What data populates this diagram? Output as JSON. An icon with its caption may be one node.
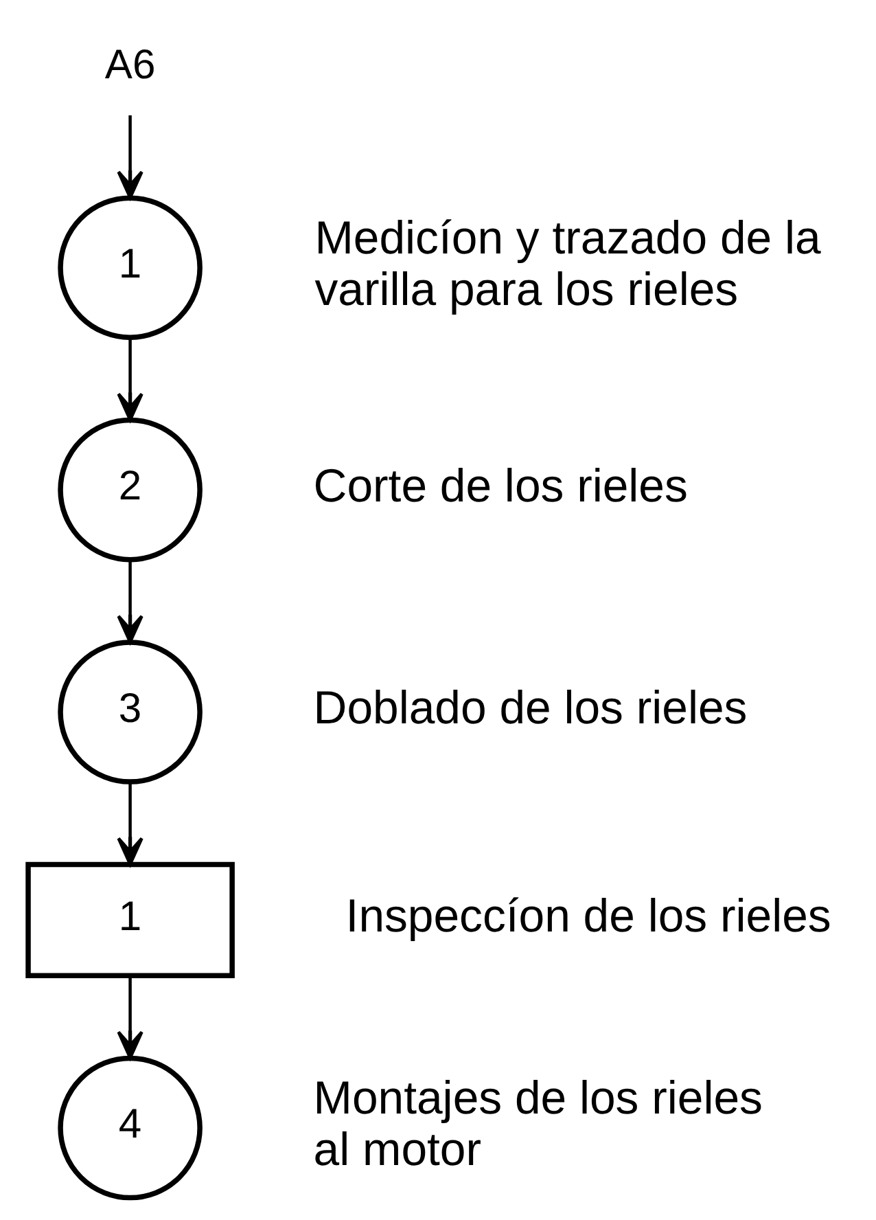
{
  "diagram": {
    "nodes": [
      {
        "text": [
          "A6"
        ]
      },
      {
        "text": [
          "1"
        ],
        "beside": [
          "Medicíon y trazado de la varilla para los rieles"
        ]
      },
      {
        "text": [
          "2"
        ],
        "beside": [
          "Corte de los rieles"
        ]
      },
      {
        "text": [
          "3"
        ],
        "beside": [
          "Doblado de los rieles"
        ]
      },
      {
        "text": [
          "1"
        ],
        "beside": [
          "Inspeccíon de los rieles"
        ]
      },
      {
        "text": [
          "4"
        ],
        "beside": [
          "Montajes de los rieles al motor"
        ]
      }
    ],
    "edges": [
      {
        "from": 0,
        "to": 1,
        "arrow": "to"
      },
      {
        "from": 1,
        "to": 2,
        "arrow": "to"
      },
      {
        "from": 2,
        "to": 3,
        "arrow": "to"
      },
      {
        "from": 3,
        "to": 4,
        "arrow": "to"
      },
      {
        "from": 4,
        "to": 5,
        "arrow": "to"
      }
    ]
  }
}
